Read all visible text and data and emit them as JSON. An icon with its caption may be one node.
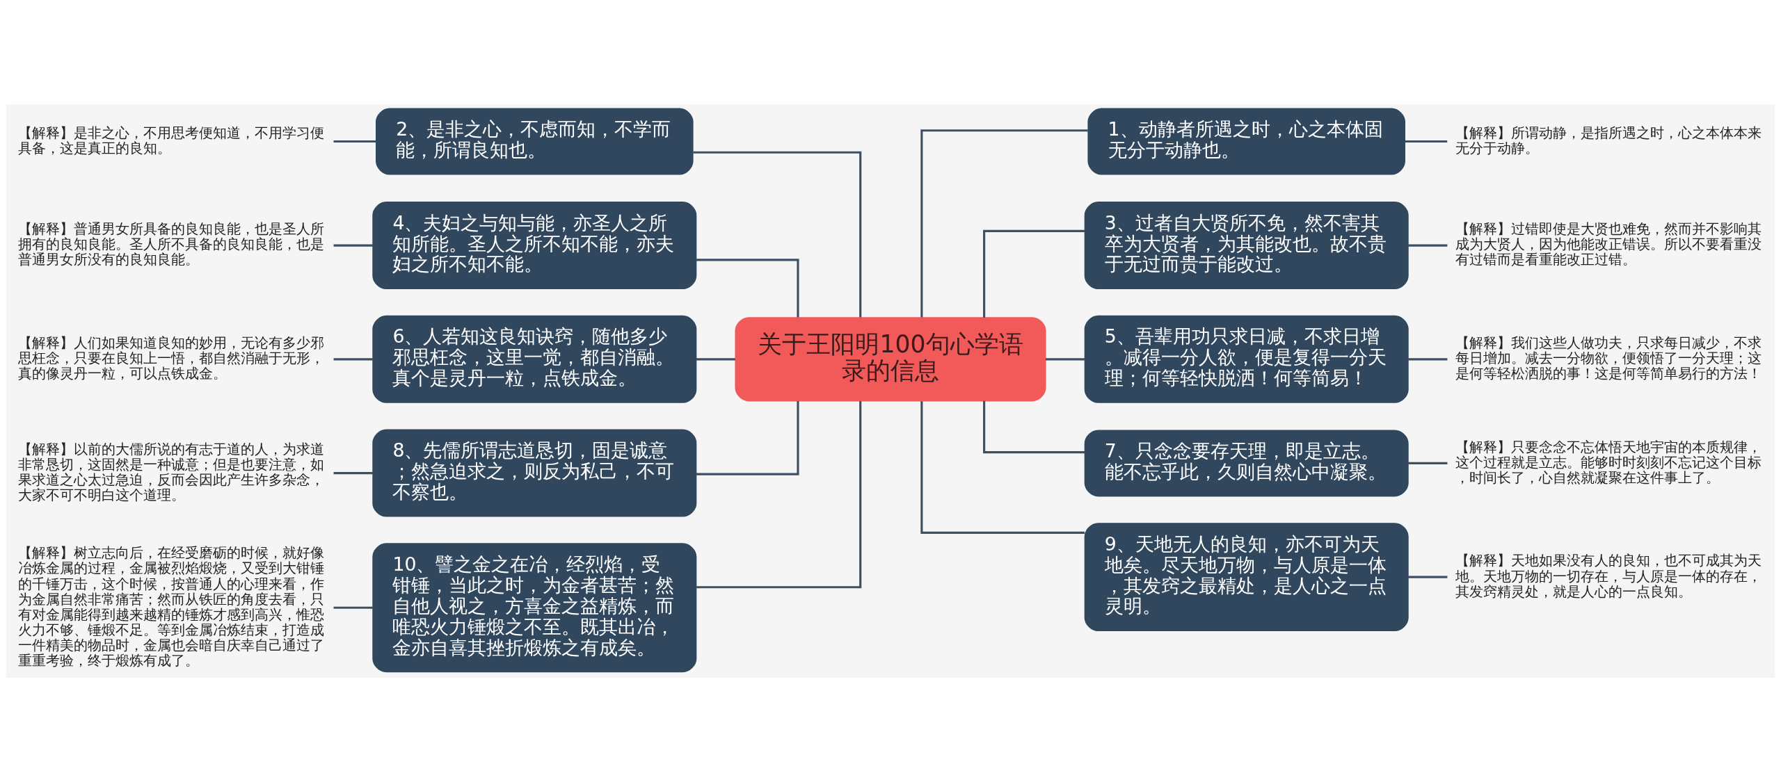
{
  "diagram": {
    "nodes": [
      {
        "text": [
          "关于王阳明100句心学语录的信息"
        ]
      },
      {
        "text": [
          "1、动静者所遇之时，心之本体固无分于动静也。"
        ]
      },
      {
        "text": [
          "【解释】所谓动静，是指所遇之时，心之本体本来无分于动静。"
        ]
      },
      {
        "text": [
          "2、是非之心，不虑而知，不学而能，所谓良知也。"
        ]
      },
      {
        "text": [
          "【解释】是非之心，不用思考便知道，不用学习便具备，这是真正的良知。"
        ]
      },
      {
        "text": [
          "3、过者自大贤所不免，然不害其卒为大贤者，为其能改也。故不贵于无过而贵于能改过。"
        ]
      },
      {
        "text": [
          "【解释】过错即使是大贤也难免，然而并不影响其成为大贤人，因为他能改正错误。所以不要看重没有过错而是看重能改正过错。"
        ]
      },
      {
        "text": [
          "4、夫妇之与知与能，亦圣人之所知所能。圣人之所不知不能，亦夫妇之所不知不能。"
        ]
      },
      {
        "text": [
          "【解释】普通男女所具备的良知良能，也是圣人所拥有的良知良能。圣人所不具备的良知良能，也是普通男女所没有的良知良能。"
        ]
      },
      {
        "text": [
          "5、吾辈用功只求日减，不求日增。减得一分人欲，便是复得一分天理；何等轻快脱洒！何等简易！"
        ]
      },
      {
        "text": [
          "【解释】我们这些人做功夫，只求每日减少，不求每日增加。减去一分物欲，便领悟了一分天理；这是何等轻松洒脱的事！这是何等简单易行的方法！"
        ]
      },
      {
        "text": [
          "6、人若知这良知诀窍，随他多少邪思枉念，这里一觉，都自消融。真个是灵丹一粒，点铁成金。"
        ]
      },
      {
        "text": [
          "【解释】人们如果知道良知的妙用，无论有多少邪思枉念，只要在良知上一悟，都自然消融于无形，真的像灵丹一粒，可以点铁成金。"
        ]
      },
      {
        "text": [
          "7、只念念要存天理，即是立志。能不忘乎此，久则自然心中凝聚。"
        ]
      },
      {
        "text": [
          "【解释】只要念念不忘体悟天地宇宙的本质规律，这个过程就是立志。能够时时刻刻不忘记这个目标，时间长了，心自然就凝聚在这件事上了。"
        ]
      },
      {
        "text": [
          "8、先儒所谓志道恳切，固是诚意；然急迫求之，则反为私己，不可不察也。"
        ]
      },
      {
        "text": [
          "【解释】以前的大儒所说的有志于道的人，为求道非常恳切，这固然是一种诚意；但是也要注意，如果求道之心太过急迫，反而会因此产生许多杂念，大家不可不明白这个道理。"
        ]
      },
      {
        "text": [
          "9、天地无人的良知，亦不可为天地矣。尽天地万物，与人原是一体，其发窍之最精处，是人心之一点灵明。"
        ]
      },
      {
        "text": [
          "【解释】天地如果没有人的良知，也不可成其为天地。天地万物的一切存在，与人原是一体的存在，其发窍精灵处，就是人心的一点良知。"
        ]
      },
      {
        "text": [
          "10、譬之金之在冶，经烈焰，受钳锤，当此之时，为金者甚苦；然自他人视之，方喜金之益精炼，而唯恐火力锤煅之不至。既其出冶，金亦自喜其挫折煅炼之有成矣。"
        ]
      },
      {
        "text": [
          "【解释】树立志向后，在经受磨砺的时候，就好像冶炼金属的过程，金属被烈焰煅烧，又受到大钳锤的千锤万击，这个时候，按普通人的心理来看，作为金属自然非常痛苦；然而从铁匠的角度去看，只有对金属能得到越来越精的锤炼才感到高兴，惟恐火力不够、锤煅不足。等到金属冶炼结束，打造成一件精美的物品时，金属也会暗自庆幸自己通过了重重考验，终于煅炼有成了。"
        ]
      }
    ],
    "edges": [
      {
        "from": 0,
        "to": 1,
        "arrow": "none"
      },
      {
        "from": 1,
        "to": 2,
        "arrow": "none"
      },
      {
        "from": 0,
        "to": 3,
        "arrow": "none"
      },
      {
        "from": 3,
        "to": 4,
        "arrow": "none"
      },
      {
        "from": 0,
        "to": 5,
        "arrow": "none"
      },
      {
        "from": 5,
        "to": 6,
        "arrow": "none"
      },
      {
        "from": 0,
        "to": 7,
        "arrow": "none"
      },
      {
        "from": 7,
        "to": 8,
        "arrow": "none"
      },
      {
        "from": 0,
        "to": 9,
        "arrow": "none"
      },
      {
        "from": 9,
        "to": 10,
        "arrow": "none"
      },
      {
        "from": 0,
        "to": 11,
        "arrow": "none"
      },
      {
        "from": 11,
        "to": 12,
        "arrow": "none"
      },
      {
        "from": 0,
        "to": 13,
        "arrow": "none"
      },
      {
        "from": 13,
        "to": 14,
        "arrow": "none"
      },
      {
        "from": 0,
        "to": 15,
        "arrow": "none"
      },
      {
        "from": 15,
        "to": 16,
        "arrow": "none"
      },
      {
        "from": 0,
        "to": 17,
        "arrow": "none"
      },
      {
        "from": 17,
        "to": 18,
        "arrow": "none"
      },
      {
        "from": 0,
        "to": 19,
        "arrow": "none"
      },
      {
        "from": 19,
        "to": 20,
        "arrow": "none"
      }
    ]
  }
}
